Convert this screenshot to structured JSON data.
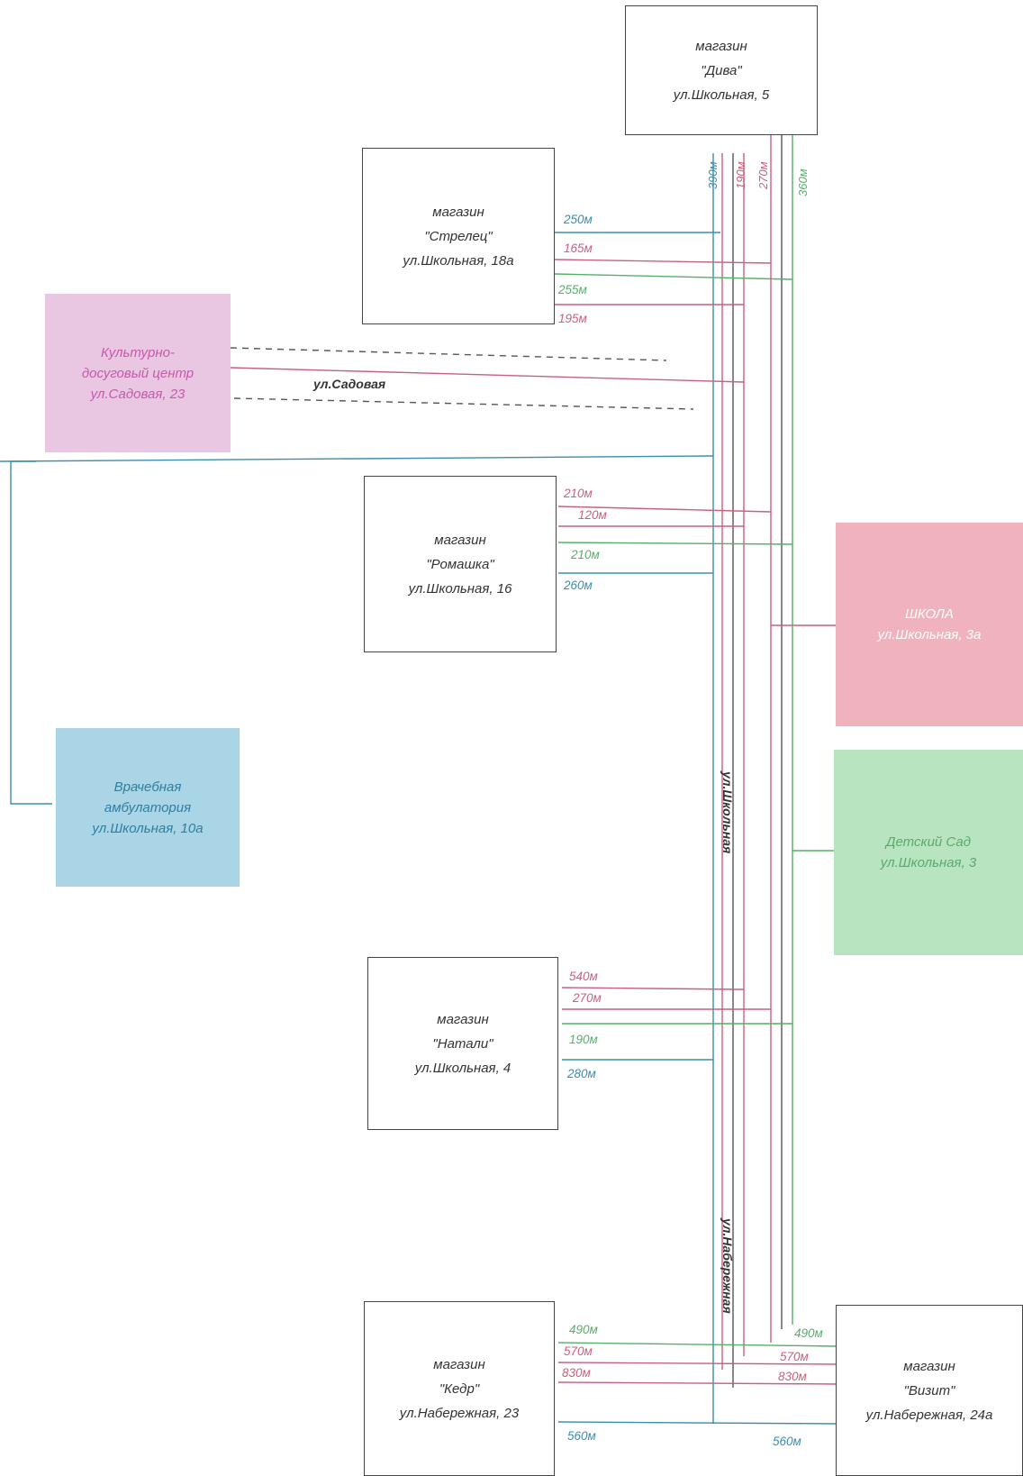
{
  "colors": {
    "blue": "#3a8db0",
    "pink": "#c9607e",
    "green": "#55b06a",
    "black": "#333333"
  },
  "boxes": {
    "diva": {
      "line1": "магазин",
      "line2": "\"Дива\"",
      "line3": "ул.Школьная, 5"
    },
    "strelec": {
      "line1": "магазин",
      "line2": "\"Стрелец\"",
      "line3": "ул.Школьная, 18а"
    },
    "kdc": {
      "line1": "Культурно-",
      "line2": "досуговый центр",
      "line3": "ул.Садовая, 23"
    },
    "romashka": {
      "line1": "магазин",
      "line2": "\"Ромашка\"",
      "line3": "ул.Школьная, 16"
    },
    "school": {
      "line1": "ШКОЛА",
      "line2": "ул.Школьная, 3а"
    },
    "amb": {
      "line1": "Врачебная",
      "line2": "амбулатория",
      "line3": "ул.Школьная, 10а"
    },
    "ds": {
      "line1": "Детский Сад",
      "line2": "ул.Школьная, 3"
    },
    "natali": {
      "line1": "магазин",
      "line2": "\"Натали\"",
      "line3": "ул.Школьная, 4"
    },
    "kedr": {
      "line1": "магазин",
      "line2": "\"Кедр\"",
      "line3": "ул.Набережная, 23"
    },
    "vizit": {
      "line1": "магазин",
      "line2": "\"Визит\"",
      "line3": "ул.Набережная, 24а"
    }
  },
  "streets": {
    "sadovaya": "ул.Садовая",
    "shkolnaya": "ул.Школьная",
    "naberezhnaya": "ул.Набережная"
  },
  "distances": {
    "diva_blue": "390м",
    "diva_pink": "190м",
    "diva_pink2": "270м",
    "diva_green": "360м",
    "strelec_blue": "250м",
    "strelec_pink": "165м",
    "strelec_green": "255м",
    "strelec_pink2": "195м",
    "romashka_pink": "210м",
    "romashka_pink2": "120м",
    "romashka_green": "210м",
    "romashka_blue": "260м",
    "natali_pink": "540м",
    "natali_pink2": "270м",
    "natali_green": "190м",
    "natali_blue": "280м",
    "kedr_green": "490м",
    "kedr_pink": "570м",
    "kedr_pink2": "830м",
    "kedr_blue": "560м",
    "vizit_green": "490м",
    "vizit_pink": "570м",
    "vizit_pink2": "830м",
    "vizit_blue": "560м"
  }
}
